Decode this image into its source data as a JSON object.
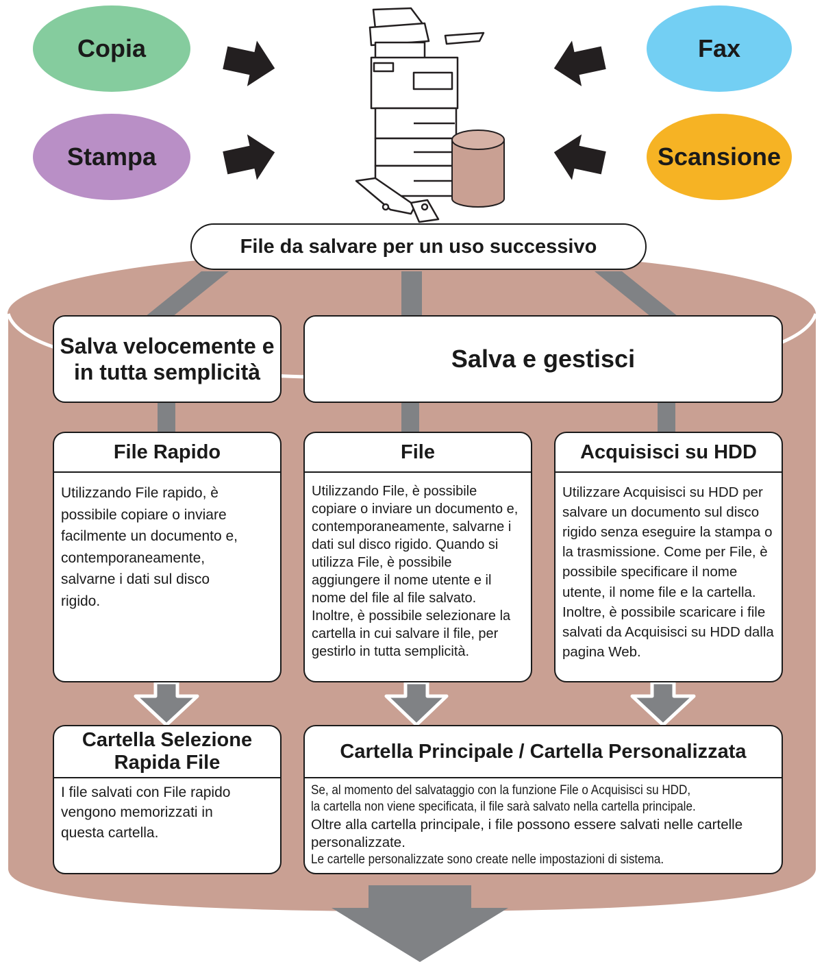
{
  "sources": {
    "copia": "Copia",
    "fax": "Fax",
    "stampa": "Stampa",
    "scansione": "Scansione"
  },
  "banner": "File da salvare per un uso successivo",
  "category_quick": "Salva velocemente e in tutta semplicità",
  "category_manage": "Salva e gestisci",
  "panels": {
    "quick_file": {
      "title": "File Rapido",
      "text": "Utilizzando File rapido, è possibile copiare o inviare facilmente un documento e, contemporaneamente, salvarne i dati sul disco rigido."
    },
    "file": {
      "title": "File",
      "text": "Utilizzando File, è possibile copiare o inviare un documento e, contemporaneamente, salvarne i dati sul disco rigido. Quando si utilizza File, è possibile aggiungere il nome utente e il nome del file al file salvato. Inoltre, è possibile selezionare la cartella in cui salvare il file, per gestirlo in tutta semplicità."
    },
    "hdd": {
      "title": "Acquisisci su HDD",
      "text": "Utilizzare Acquisisci su HDD per salvare un documento sul disco rigido senza eseguire la stampa o la trasmissione. Come per File, è possibile specificare il nome utente, il nome file e la cartella. Inoltre, è possibile scaricare i file salvati da Acquisisci su HDD dalla pagina Web."
    }
  },
  "folders": {
    "quick": {
      "title": "Cartella Selezione Rapida File",
      "text": "I file salvati con File rapido vengono memorizzati in questa cartella."
    },
    "main": {
      "title": "Cartella Principale / Cartella Personalizzata",
      "text_line1": "Se, al momento del salvataggio con la funzione File o Acquisisci su HDD,",
      "text_line2": "la cartella non viene specificata, il file sarà salvato nella cartella principale.",
      "text_line3": "Oltre alla cartella principale, i file possono essere salvati nelle cartelle personalizzate.",
      "text_line4": "Le cartelle personalizzate sono create nelle impostazioni di sistema."
    }
  },
  "colors": {
    "copia": "#85cc9e",
    "fax": "#73cff3",
    "stampa": "#b98fc6",
    "scansione": "#f6b324",
    "storage": "#c9a093",
    "connector": "#808285",
    "arrow": "#231f20"
  },
  "icons": {
    "device": "multifunction-printer-icon",
    "disk": "hard-disk-icon"
  }
}
